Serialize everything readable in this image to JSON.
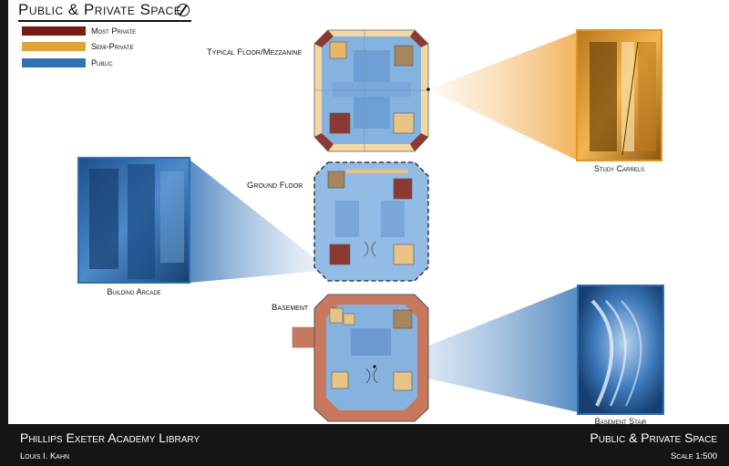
{
  "header": {
    "title": "Public & Private Space"
  },
  "legend": [
    {
      "label": "Most Private",
      "color": "#7a1a14"
    },
    {
      "label": "Semi-Private",
      "color": "#e0a23a"
    },
    {
      "label": "Public",
      "color": "#2f73b4"
    }
  ],
  "plans": {
    "typical": {
      "label": "Typical Floor/Mezzanine"
    },
    "ground": {
      "label": "Ground Floor"
    },
    "basement": {
      "label": "Basement"
    }
  },
  "photos": {
    "carrels": {
      "caption": "Study Carrels",
      "color": "#e8a130"
    },
    "arcade": {
      "caption": "Building Arcade",
      "color": "#2e6fb2"
    },
    "stair": {
      "caption": "Basement Stair",
      "color": "#2f6db1"
    }
  },
  "footer": {
    "project": "Phillips Exeter Academy Library",
    "architect": "Louis I. Kahn",
    "sheet": "Public & Private Space",
    "scale": "Scale 1:500"
  }
}
